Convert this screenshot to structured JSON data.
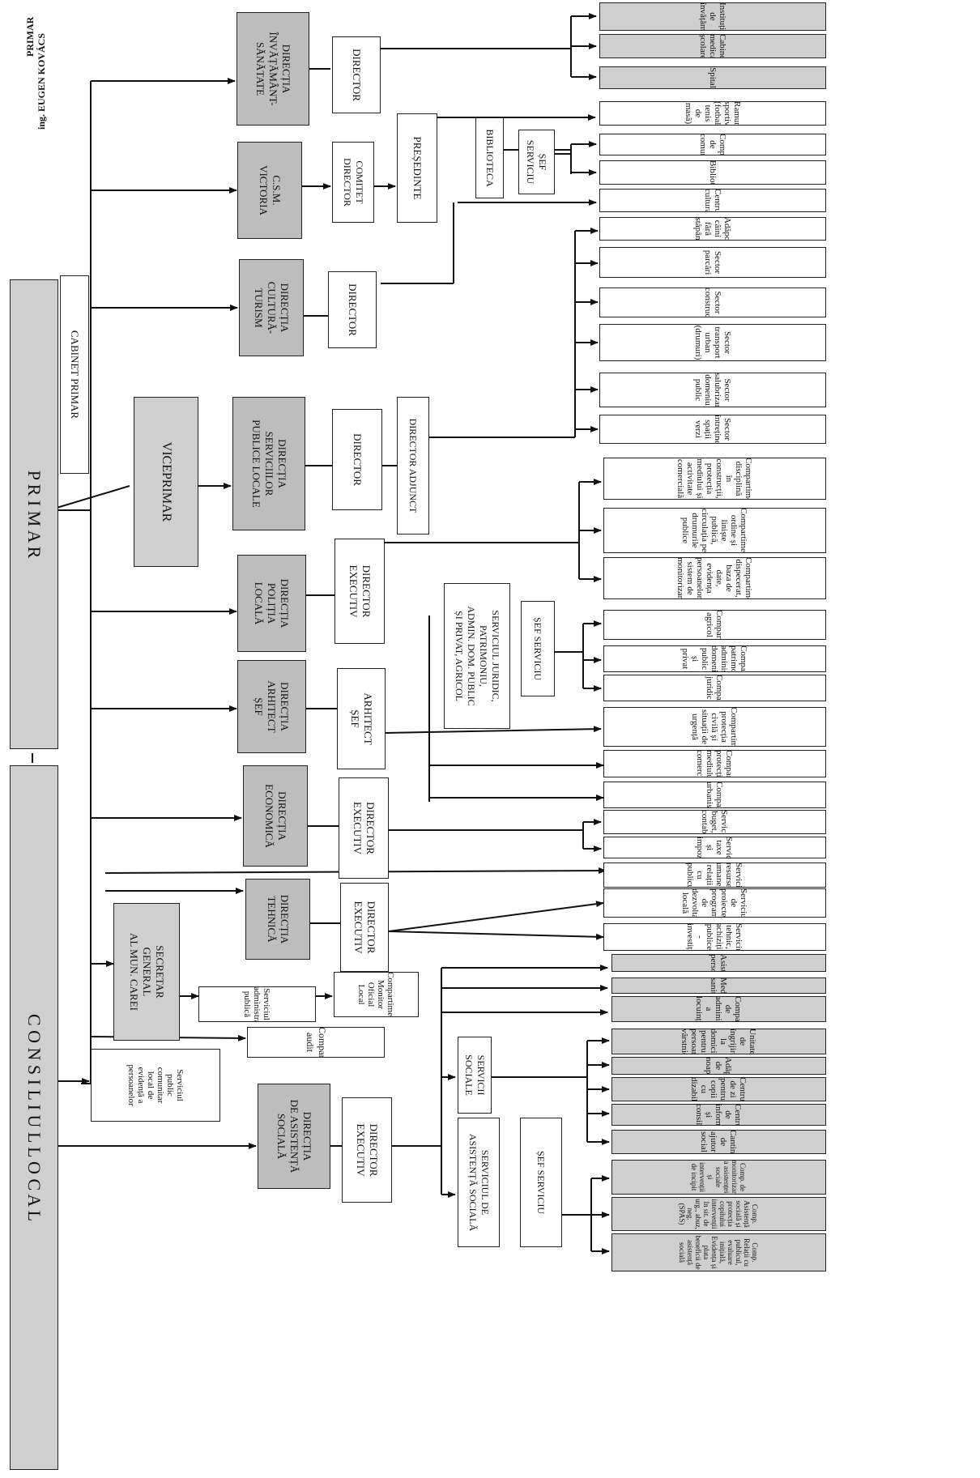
{
  "header": {
    "mayor_title": "PRIMAR",
    "mayor_name": "ing. EUGEN KOVÁCS"
  },
  "nodes": {
    "consiliu": "C O N S I L I U L   L O C A L",
    "primar": "P R I M A R",
    "cabinet": "CABINET PRIMAR",
    "viceprimar": "VICEPRIMAR",
    "secretar": "SECRETAR\nGENERAL\nAL MUN. CAREI",
    "serv_public": "Serviciul\npublic\ncomunitar\nlocal de\nevidență a\npersoanelor",
    "audit": "Compartiment audit",
    "serv_admin": "Serviciul administrație\npublică",
    "monitor": "Compartiment\nMonitor Oficial\nLocal",
    "d_invatamant": "DIRECȚIA\nÎNVĂȚĂMÂNT-\nSĂNĂTATE",
    "d_csm": "C.S.M.\nVICTORIA",
    "d_cultura": "DIRECȚIA\nCULTURĂ-\nTURISM",
    "d_servicii": "DIRECȚIA\nSERVICIILOR\nPUBLICE LOCALE",
    "d_politia": "DIRECȚIA\nPOLIȚIA\nLOCALĂ",
    "d_arhitect": "DIRECȚIA\nARHITECT\nȘEF",
    "d_economica": "DIRECȚIA\nECONOMICĂ",
    "d_tehnica": "DIRECȚIA\nTEHNICĂ",
    "d_asistenta": "DIRECȚIA\nDE ASISTENȚĂ\nSOCIALĂ",
    "dir_invatamant": "DIRECTOR",
    "comitet": "COMITET\nDIRECTOR",
    "presedinte": "PREȘEDINTE",
    "dir_cultura": "DIRECTOR",
    "biblioteca_head": "BIBLIOTECA",
    "sef_biblioteca": "ȘEF\nSERVICIU",
    "dir_servicii": "DIRECTOR",
    "dir_adjunct": "DIRECTOR ADJUNCT",
    "dir_politia": "DIRECTOR\nEXECUTIV",
    "arhitect_sef": "ARHITECT\nȘEF",
    "serv_juridic": "SERVICIUL JURIDIC,\nPATRIMONIU,\nADMIN. DOM. PUBLIC\nȘI PRIVAT, AGRICOL",
    "sef_juridic": "ȘEF SERVICIU",
    "dir_economica": "DIRECTOR\nEXECUTIV",
    "dir_tehnica": "DIRECTOR\nEXECUTIV",
    "dir_asistenta": "DIRECTOR\nEXECUTIV",
    "servicii_sociale": "SERVICII\nSOCIALE",
    "serv_asistenta": "SERVICIUL DE\nASISTENȚĂ SOCIALĂ",
    "sef_asistenta": "ȘEF SERVICIU"
  },
  "leaves": [
    "Instituții de învățământ",
    "Cabinete medicale școlare",
    "Spital",
    "Ramuri sportive (fotbal, tenis de masă)",
    "Compartiment de comunicare",
    "Biblioteca",
    "Centru cultural",
    "Adăpost câini fără stăpân",
    "Sector parcări",
    "Sector construcții",
    "Sector transport urban (drumuri)",
    "Sector salubrizare domeniu public",
    "Sector întreținere spații verzi",
    "Compartiment disciplină în construcții,\nprotecția mediului și activitate comercială",
    "Compartiment ordine și liniște publică,\ncirculația pe drumurile publice",
    "Compartiment dispecerat, baza de date,\nevidența persoanelor, sistem de monitorizare",
    "Compartiment agricol",
    "Compartiment patrimoniu, administrarea\ndomeniului public și privat",
    "Compartiment juridic",
    "Compartimentul protecția civilă și\nsituații de urgență",
    "Compartiment protecția mediului,\ncomercial",
    "Compartiment urbanism",
    "Serviciul buget, contabilitate",
    "Serviciul taxe și impozite",
    "Serviciul resurse umane,\nrelații cu publicul",
    "Serviciul de proiecte,\nprograme de dezvoltare locală",
    "Serviciul tehnic,\nachiziții publice - investiții",
    "Asistenți personali",
    "Mediatori sanitari",
    "Compartiment de administrare\na locuințelor",
    "Unitate de îngrijire la domiciliu\npentru persoane vârstnice",
    "Adăpost de noapte",
    "Centru de zi pentru\ncopii cu dizabilități",
    "Centru de informare și consiliere",
    "Cantina de ajutor social",
    "Comp. de monitorizare a asistenței sociale\nși intervenții de incipit",
    "Comp. Asistență socială și protecția copilului\nintervenții în sit. de urg., abuz, neg. (SPAS)",
    "Comp. Relații cu publicul, evaluare inițială,\nEvidența și plata beneficii de asistență socială"
  ]
}
